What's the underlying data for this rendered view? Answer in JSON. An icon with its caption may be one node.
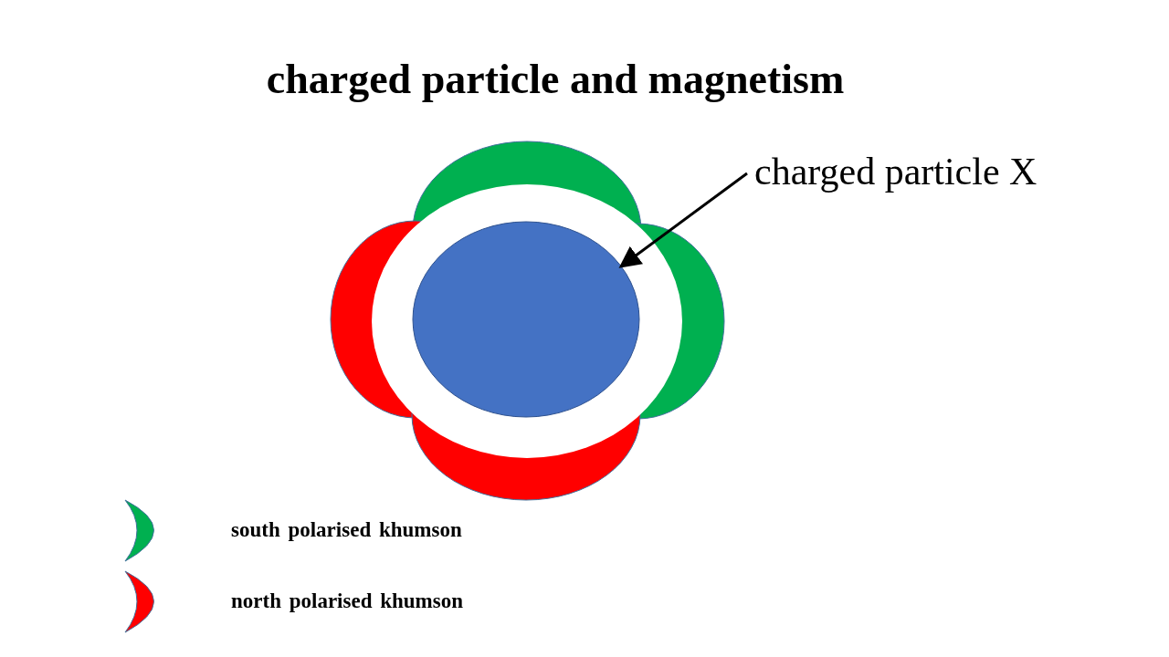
{
  "diagram": {
    "title": "charged particle and magnetism",
    "nodes": [
      {
        "text": [
          "charged particle X"
        ]
      },
      {
        "text": [],
        "shape": "circle"
      }
    ],
    "edges": [
      {
        "from": 0,
        "to": 1,
        "arrow": "to"
      }
    ],
    "legend": [
      {
        "text": "south polarised khumson",
        "color": "#00b050"
      },
      {
        "text": "north polarised khumson",
        "color": "#ff0000"
      }
    ]
  }
}
